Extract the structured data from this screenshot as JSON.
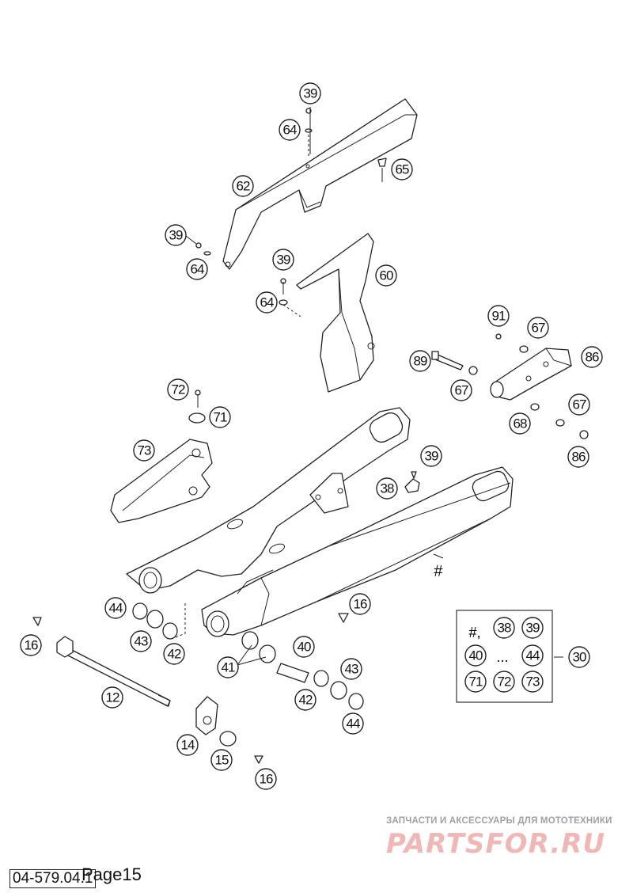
{
  "document": {
    "code": "04-579.04.1",
    "page_label": "Page15"
  },
  "watermark": {
    "tagline": "ЗАПЧАСТИ И АКСЕССУАРЫ ДЛЯ МОТОТЕХНИКИ",
    "logo": "PARTSFOR.RU"
  },
  "callouts": [
    "39",
    "64",
    "62",
    "65",
    "39",
    "64",
    "39",
    "64",
    "60",
    "91",
    "67",
    "89",
    "67",
    "86",
    "72",
    "71",
    "73",
    "68",
    "67",
    "86",
    "39",
    "38",
    "16",
    "44",
    "43",
    "42",
    "16",
    "12",
    "41",
    "40",
    "43",
    "42",
    "44",
    "14",
    "15",
    "16",
    "30"
  ],
  "kit": {
    "label": "30",
    "hash": "#,",
    "members": [
      "38",
      "39",
      "40",
      "...",
      "44",
      "71",
      "72",
      "73"
    ]
  },
  "main_marker": "#",
  "colors": {
    "line": "#222222",
    "watermark_logo": "#f0b7b7",
    "watermark_text": "#a0a0a0"
  }
}
